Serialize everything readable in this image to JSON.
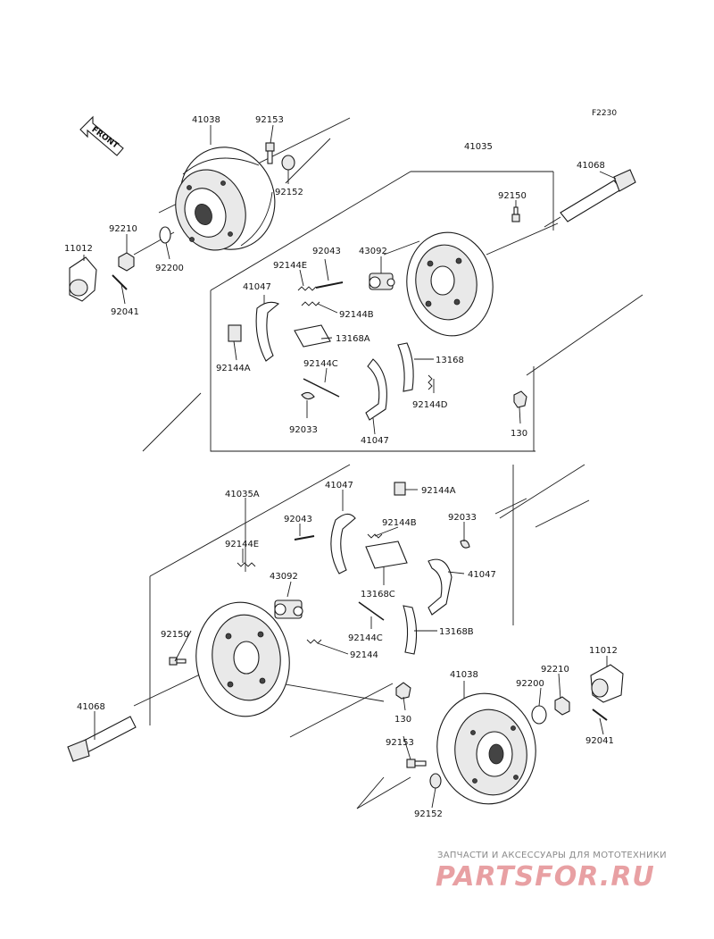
{
  "figure_code": "F2230",
  "front_label": "FRONT",
  "colors": {
    "line": "#1a1a1a",
    "watermark_text": "#8a8a8a",
    "watermark_logo": "#e8a0a3"
  },
  "callouts": {
    "top": {
      "hub_drum_41038": "41038",
      "bolt_92153": "92153",
      "seal_92152": "92152",
      "washer_92210": "92210",
      "washer_92200": "92200",
      "cap_11012": "11012",
      "pin_92041": "92041",
      "assy_41035": "41035",
      "axle_41068": "41068",
      "bolt_92150": "92150",
      "pin_92043": "92043",
      "cylinder_43092": "43092",
      "spring_92144E": "92144E",
      "shoe_41047_a": "41047",
      "spring_92144B": "92144B",
      "lever_13168A": "13168A",
      "clip_92144A": "92144A",
      "spring_92144C": "92144C",
      "plate_13168": "13168",
      "spring_92144D": "92144D",
      "clip_92033": "92033",
      "shoe_41047_b": "41047",
      "nut_130": "130"
    },
    "bottom": {
      "assy_41035A": "41035A",
      "shoe_41047_a": "41047",
      "clip_92144A": "92144A",
      "pin_92043": "92043",
      "spring_92144B": "92144B",
      "clip_92033": "92033",
      "spring_92144E": "92144E",
      "cylinder_43092": "43092",
      "lever_13168C": "13168C",
      "shoe_41047_b": "41047",
      "bolt_92150": "92150",
      "spring_92144C": "92144C",
      "plate_13168B": "13168B",
      "spring_92144": "92144",
      "nut_130": "130",
      "axle_41068": "41068",
      "hub_drum_41038": "41038",
      "cap_11012": "11012",
      "washer_92210": "92210",
      "washer_92200": "92200",
      "bolt_92153": "92153",
      "pin_92041": "92041",
      "seal_92152": "92152"
    }
  },
  "watermark": {
    "tagline": "ЗАПЧАСТИ И АКСЕССУАРЫ ДЛЯ МОТОТЕХНИКИ",
    "logo_text": "PARTSFOR.RU"
  }
}
